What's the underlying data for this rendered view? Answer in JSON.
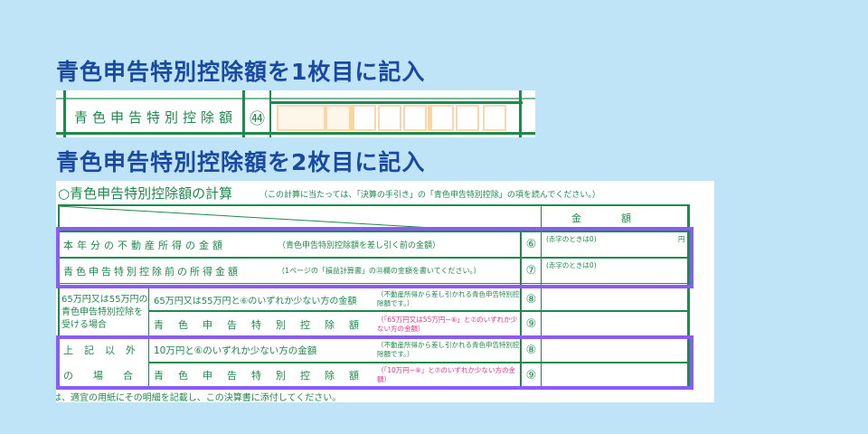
{
  "heading1": "青色申告特別控除額を1枚目に記入",
  "heading2": "青色申告特別控除額を2枚目に記入",
  "form1": {
    "label": "青色申告特別控除額",
    "number": "㊹"
  },
  "form2": {
    "section_title": "○青色申告特別控除額の計算",
    "section_note": "（この計算に当たっては、「決算の手引き」の「青色申告特別控除」の項を読んでください。）",
    "amount_header": "金　　　　額",
    "rows": [
      {
        "label": "本年分の不動産所得の金額",
        "note": "（青色申告特別控除額を差し引く前の金額）",
        "number": "⑥",
        "hint": "(赤字のときは0)",
        "unit": "円"
      },
      {
        "label": "青色申告特別控除前の所得金額",
        "note": "（1ページの「損益計算書」の㉝欄の金額を書いてください。）",
        "number": "⑦",
        "hint": "(赤字のときは0)"
      }
    ],
    "group1": {
      "label": "65万円又は55万円の青色申告特別控除を受ける場合",
      "rows": [
        {
          "label": "65万円又は55万円と⑥のいずれか少ない方の金額",
          "note": "（不動産所得から差し引かれる青色申告特別控除額です。）",
          "number": "⑧"
        },
        {
          "label": "青色申告特別控除額",
          "note": "（「65万円又は55万円−⑧」と⑦のいずれか少ない方の金額）",
          "number": "⑨"
        }
      ]
    },
    "group2": {
      "label_top": "上記以外",
      "label_bottom": "の場合",
      "rows": [
        {
          "label": "10万円と⑥のいずれか少ない方の金額",
          "note": "（不動産所得から差し引かれる青色申告特別控除額です。）",
          "number": "⑧"
        },
        {
          "label": "青色申告特別控除額",
          "note": "（「10万円−⑧」と⑦のいずれか少ない方の金額）",
          "number": "⑨"
        }
      ]
    },
    "footer": "は、適宜の用紙にその明細を記載し、この決算書に添付してください。"
  },
  "colors": {
    "heading": "#1a4aa0",
    "form_green": "#1e8a4c",
    "highlight": "#8a5cf5",
    "pink": "#e8338c"
  }
}
